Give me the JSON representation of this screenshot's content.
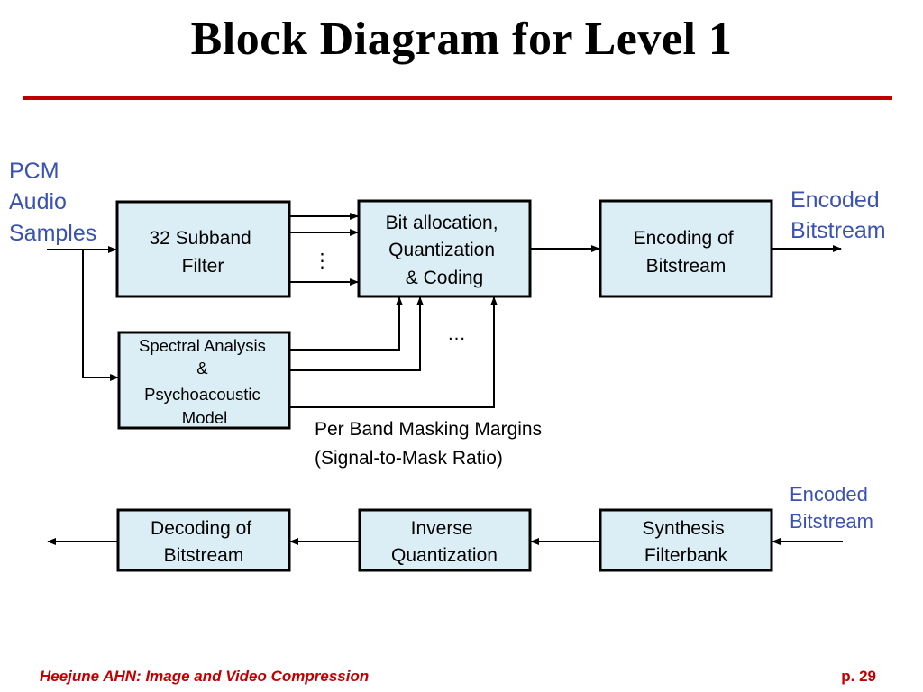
{
  "slide": {
    "title": "Block Diagram for Level 1",
    "footer_left": "Heejune AHN: Image and Video Compression",
    "footer_right": "p. 29",
    "accent_color": "#c00000",
    "label_color": "#3a53b3",
    "box_fill": "#dbeef5"
  },
  "encoder": {
    "input_label": [
      "PCM",
      "Audio",
      "Samples"
    ],
    "output_label": [
      "Encoded",
      "Bitstream"
    ],
    "subband_filter": [
      "32 Subband",
      "Filter"
    ],
    "bit_allocation": [
      "Bit allocation,",
      "Quantization",
      "& Coding"
    ],
    "encoding": [
      "Encoding of",
      "Bitstream"
    ],
    "psychoacoustic": [
      "Spectral Analysis",
      "&",
      "Psychoacoustic",
      "Model"
    ],
    "subband_ellipsis": "⋮",
    "margin_ellipsis": "…",
    "masking_label": [
      "Per Band Masking Margins",
      "(Signal-to-Mask Ratio)"
    ]
  },
  "decoder": {
    "input_label": [
      "Encoded",
      "Bitstream"
    ],
    "synthesis": [
      "Synthesis",
      "Filterbank"
    ],
    "inverse_quant": [
      "Inverse",
      "Quantization"
    ],
    "decoding": [
      "Decoding of",
      "Bitstream"
    ]
  }
}
